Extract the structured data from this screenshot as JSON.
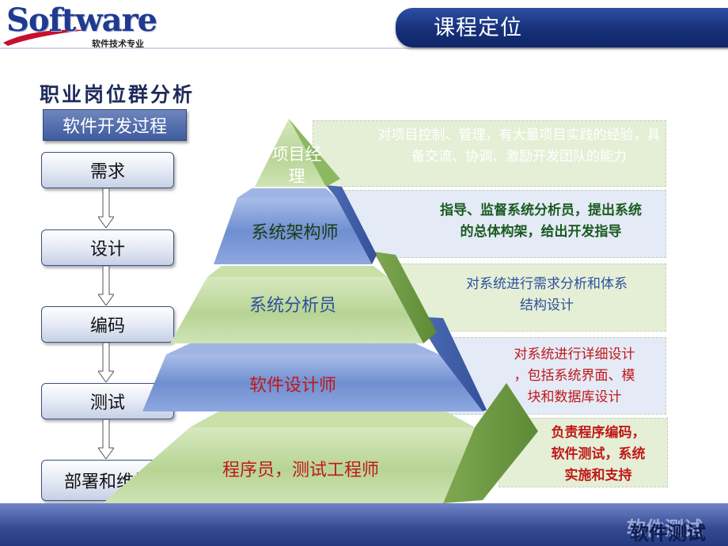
{
  "header": {
    "logo_text": "Software",
    "logo_subtitle": "软件技术专业",
    "title": "课程定位"
  },
  "section_title": "职业岗位群分析",
  "process": {
    "header": "软件开发过程",
    "steps": [
      "需求",
      "设计",
      "编码",
      "测试",
      "部署和维护"
    ]
  },
  "pyramid": {
    "levels": [
      {
        "label_line1": "项目经",
        "label_line2": "理",
        "description": "对项目控制、管理，有大量项目实践的经验，具备交流、协调、激励开发团队的能力"
      },
      {
        "label": "系统架构师",
        "description_line1": "指导、监督系统分析员，提出系统",
        "description_line2": "的总体构架，给出开发指导"
      },
      {
        "label": "系统分析员",
        "description_line1": "对系统进行需求分析和体系",
        "description_line2": "结构设计"
      },
      {
        "label": "软件设计师",
        "description_line1": "对系统进行详细设计",
        "description_line2": "，包括系统界面、模",
        "description_line3": "块和数据库设计"
      },
      {
        "label": "程序员，测试工程师",
        "description_line1": "负责程序编码，",
        "description_line2": "软件测试，系统",
        "description_line3": "实施和支持"
      }
    ]
  },
  "footer": {
    "text": "软件测试"
  },
  "colors": {
    "title_bar": "#16307a",
    "green_band": "#b4d38f",
    "blue_band": "#6f8fd0",
    "red_text": "#c01818",
    "green_text": "#1a5a1f",
    "blue_text": "#2f4f9e"
  }
}
